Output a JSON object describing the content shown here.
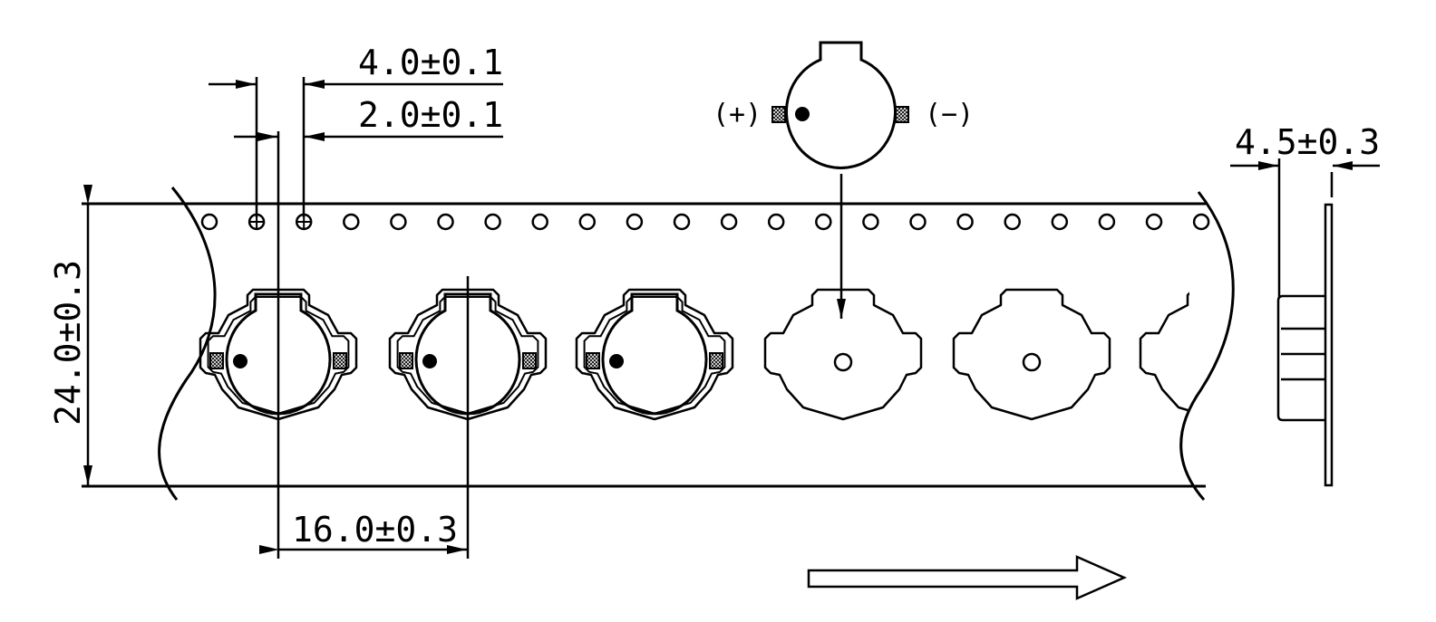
{
  "dimensions": {
    "sprocket_pitch": "4.0±0.1",
    "hole_to_center": "2.0±0.1",
    "tape_width": "24.0±0.3",
    "component_pitch": "16.0±0.3",
    "thickness": "4.5±0.3"
  },
  "polarity": {
    "positive": "(+)",
    "negative": "(−)"
  },
  "colors": {
    "line": "#000000",
    "background": "#ffffff"
  }
}
